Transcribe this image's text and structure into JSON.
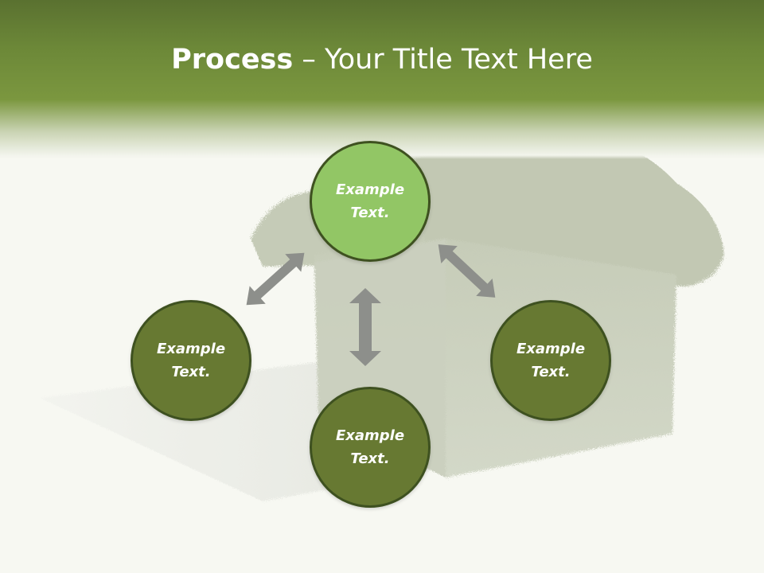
{
  "slide": {
    "title_bold": "Process",
    "title_rest": " – Your Title Text Here"
  },
  "nodes": {
    "top": {
      "line1": "Example",
      "line2": "Text."
    },
    "left": {
      "line1": "Example",
      "line2": "Text."
    },
    "right": {
      "line1": "Example",
      "line2": "Text."
    },
    "bottom": {
      "line1": "Example",
      "line2": "Text."
    }
  },
  "colors": {
    "header_green": "#6c8838",
    "highlight_node": "#92c665",
    "node": "#677932",
    "node_border": "#3e5120",
    "arrow": "#8d8f8b",
    "house_grass": "#c9cebd"
  },
  "icons": [
    "grass-house-image",
    "double-arrow-icon"
  ]
}
